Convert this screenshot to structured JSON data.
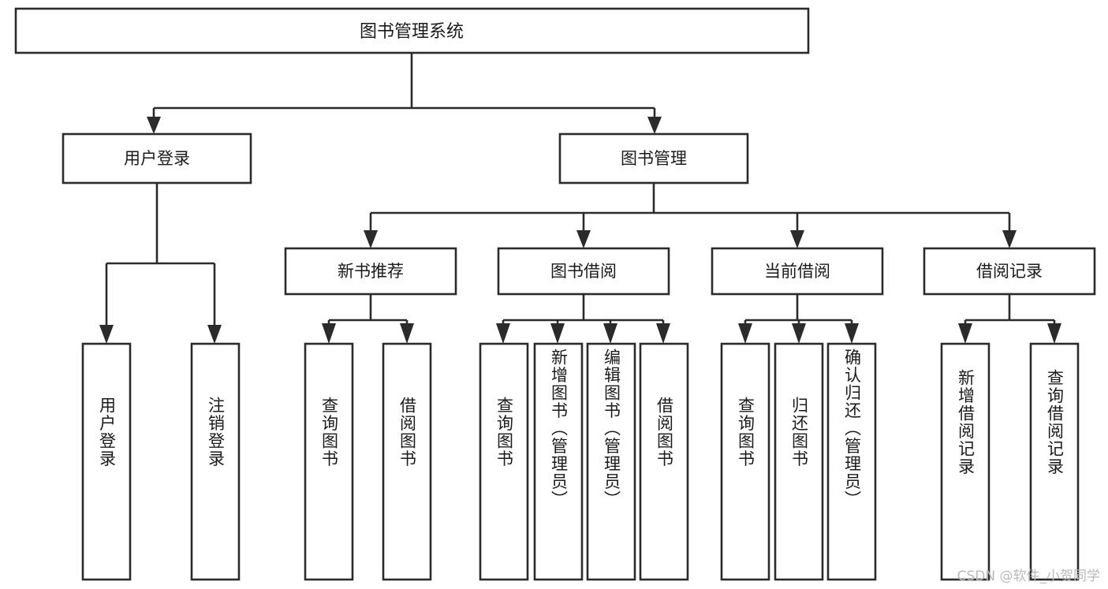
{
  "diagram": {
    "kind": "hierarchy-tree",
    "title_node": {
      "id": "root",
      "label": "图书管理系统"
    },
    "level2": [
      {
        "id": "user-login",
        "label": "用户登录"
      },
      {
        "id": "book-manage",
        "label": "图书管理"
      }
    ],
    "level3": [
      {
        "id": "new-book-rec",
        "label": "新书推荐",
        "parent": "book-manage"
      },
      {
        "id": "book-borrow",
        "label": "图书借阅",
        "parent": "book-manage"
      },
      {
        "id": "current-borrow",
        "label": "当前借阅",
        "parent": "book-manage"
      },
      {
        "id": "borrow-record",
        "label": "借阅记录",
        "parent": "book-manage"
      }
    ],
    "leaves": [
      {
        "id": "leaf-user-login",
        "label": "用户登录",
        "parent": "user-login"
      },
      {
        "id": "leaf-logout",
        "label": "注销登录",
        "parent": "user-login"
      },
      {
        "id": "leaf-query-book-1",
        "label": "查询图书",
        "parent": "new-book-rec"
      },
      {
        "id": "leaf-borrow-book-1",
        "label": "借阅图书",
        "parent": "new-book-rec"
      },
      {
        "id": "leaf-query-book-2",
        "label": "查询图书",
        "parent": "book-borrow"
      },
      {
        "id": "leaf-add-book",
        "label": "新增图书（管理员）",
        "parent": "book-borrow"
      },
      {
        "id": "leaf-edit-book",
        "label": "编辑图书（管理员）",
        "parent": "book-borrow"
      },
      {
        "id": "leaf-borrow-book-2",
        "label": "借阅图书",
        "parent": "book-borrow"
      },
      {
        "id": "leaf-query-book-3",
        "label": "查询图书",
        "parent": "current-borrow"
      },
      {
        "id": "leaf-return-book",
        "label": "归还图书",
        "parent": "current-borrow"
      },
      {
        "id": "leaf-confirm-return",
        "label": "确认归还（管理员）",
        "parent": "current-borrow"
      },
      {
        "id": "leaf-add-record",
        "label": "新增借阅记录",
        "parent": "borrow-record"
      },
      {
        "id": "leaf-query-record",
        "label": "查询借阅记录",
        "parent": "borrow-record"
      }
    ],
    "colors": {
      "stroke": "#2b2b2b",
      "fill": "#ffffff",
      "text": "#1a1a1a",
      "watermark": "#b9b9b9"
    }
  },
  "watermark": {
    "text": "CSDN @软件_小贺同学"
  }
}
